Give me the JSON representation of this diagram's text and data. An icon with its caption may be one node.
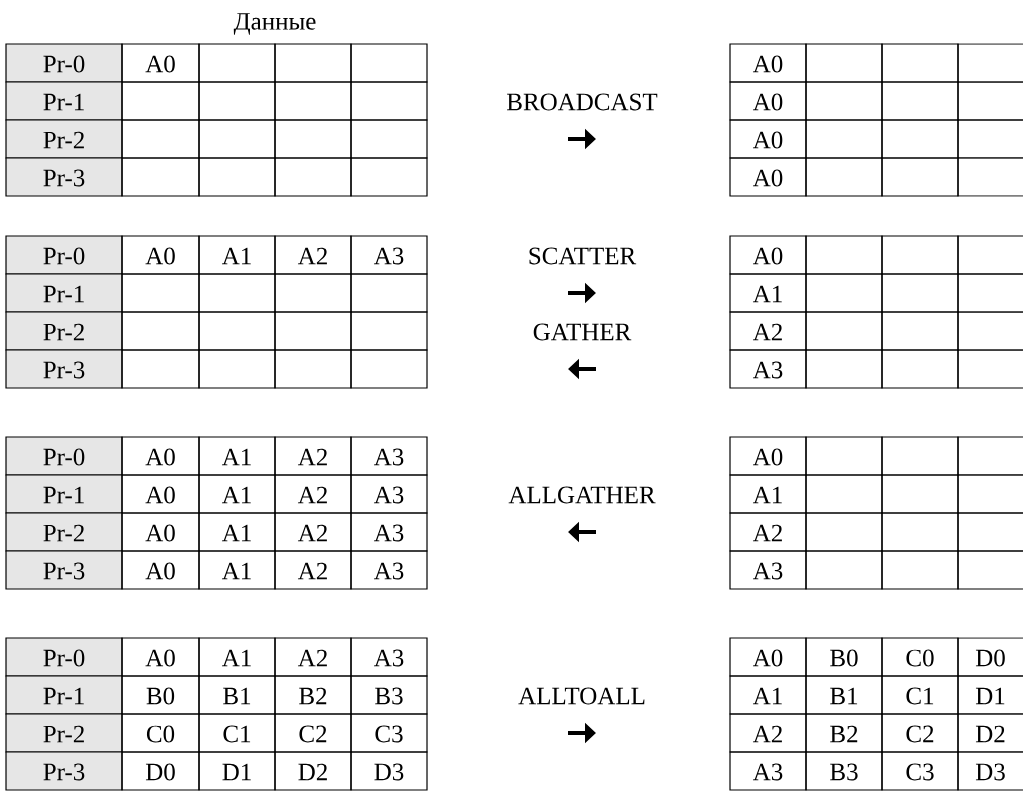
{
  "diagram": {
    "title": "Данные",
    "labels": [
      "Pr-0",
      "A0",
      "Pr-1",
      "Pr-2",
      "Pr-3",
      "BROADCAST",
      "A0",
      "A0",
      "A0",
      "A0",
      "Pr-0",
      "A0",
      "A1",
      "A2",
      "A3",
      "Pr-1",
      "Pr-2",
      "Pr-3",
      "SCATTER",
      "GATHER",
      "A0",
      "A1",
      "A2",
      "A3",
      "Pr-0",
      "A0",
      "A1",
      "A2",
      "A3",
      "Pr-1",
      "A0",
      "A1",
      "A2",
      "A3",
      "Pr-2",
      "A0",
      "A1",
      "A2",
      "A3",
      "Pr-3",
      "A0",
      "A1",
      "A2",
      "A3",
      "ALLGATHER",
      "A0",
      "A1",
      "A2",
      "A3",
      "Pr-0",
      "A0",
      "A1",
      "A2",
      "A3",
      "Pr-1",
      "B0",
      "B1",
      "B2",
      "B3",
      "Pr-2",
      "C0",
      "C1",
      "C2",
      "C3",
      "Pr-3",
      "D0",
      "D1",
      "D2",
      "D3",
      "ALLTOALL",
      "A0",
      "B0",
      "C0",
      "D0",
      "A1",
      "B1",
      "C1",
      "D1",
      "A2",
      "B2",
      "C2",
      "D2",
      "A3",
      "B3",
      "C3",
      "D3"
    ]
  }
}
